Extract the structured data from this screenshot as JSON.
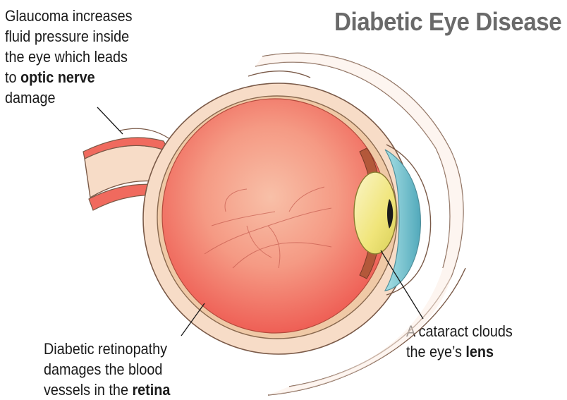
{
  "title": "Diabetic Eye Disease",
  "labels": {
    "glaucoma": {
      "line1": "Glaucoma increases",
      "line2": "fluid pressure inside",
      "line3": "the eye which leads",
      "line4_prefix": "to ",
      "line4_bold": "optic nerve",
      "line5": "damage"
    },
    "retinopathy": {
      "line1": "Diabetic retinopathy",
      "line2": "damages the blood",
      "line3_prefix": "vessels in the ",
      "line3_bold": "retina"
    },
    "cataract": {
      "line1": "A cataract clouds",
      "line2_prefix": "the eye’s ",
      "line2_bold": "lens"
    }
  },
  "colors": {
    "title": "#6a6a6a",
    "eyeball_fill": "#f26f62",
    "sclera": "#f7dcc7",
    "outline": "#7a5a48",
    "lens": "#f3ea86",
    "cornea": "#7fc4cf",
    "iris": "#b3583a",
    "leader_line": "#1a1a1a"
  }
}
